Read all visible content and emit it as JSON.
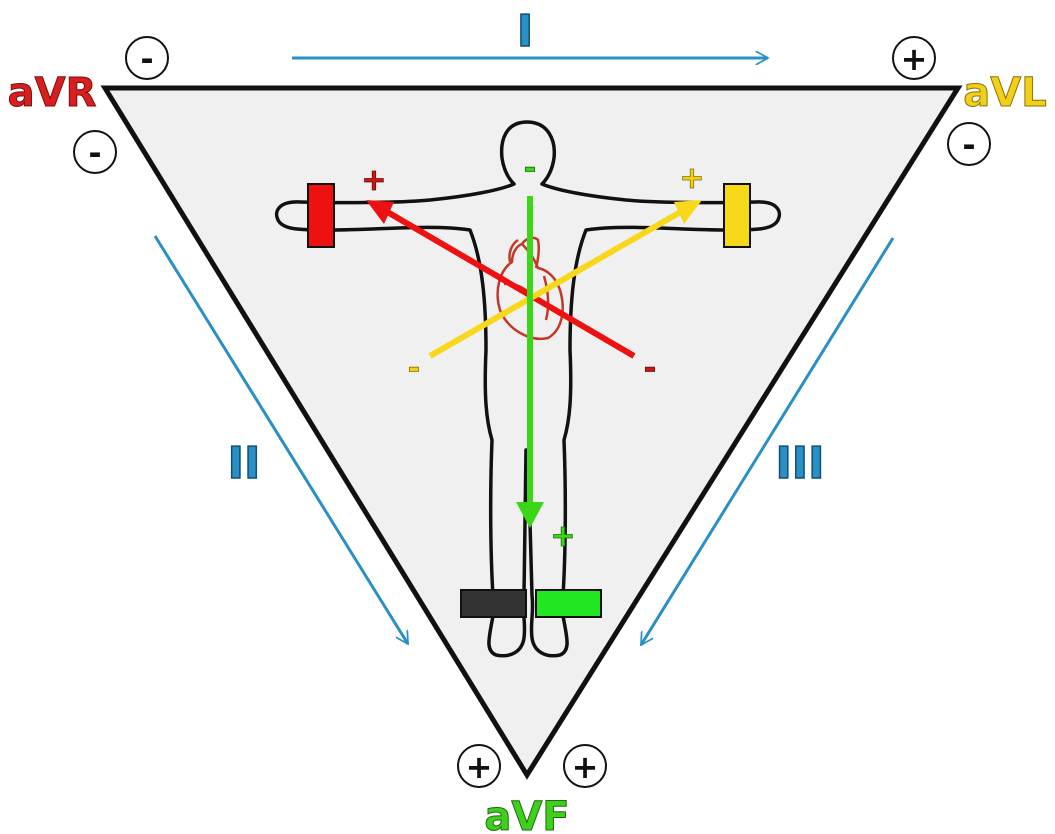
{
  "leads": {
    "avr": {
      "label": "aVR",
      "color": "#d81e1e"
    },
    "avl": {
      "label": "aVL",
      "color": "#f2cf1a"
    },
    "avf": {
      "label": "aVF",
      "color": "#3fcf1e"
    }
  },
  "limb_leads": {
    "lead_i": "I",
    "lead_ii": "II",
    "lead_iii": "III",
    "color": "#2a8fc4"
  },
  "polarity": {
    "plus": "+",
    "minus": "-"
  },
  "colors": {
    "triangle_fill": "#f0f0f0",
    "outline": "#111111",
    "heart": "#c0392b",
    "right_arm_electrode": "#ee1111",
    "left_arm_electrode": "#f7d81a",
    "left_leg_electrode": "#22e622",
    "right_leg_electrode": "#333333"
  }
}
